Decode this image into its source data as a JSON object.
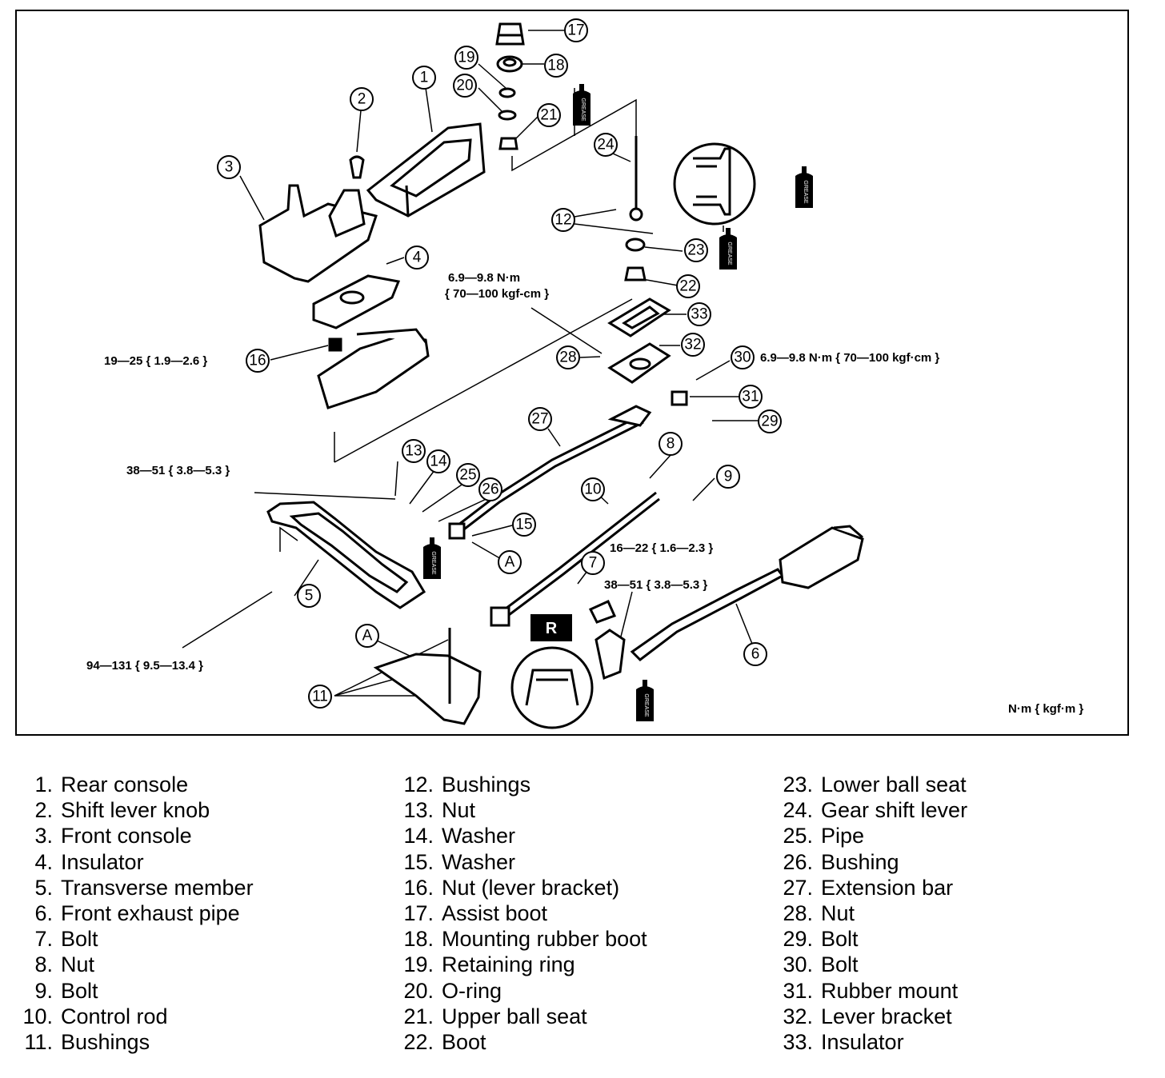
{
  "diagram": {
    "callouts": [
      "1",
      "2",
      "3",
      "4",
      "5",
      "6",
      "7",
      "8",
      "9",
      "10",
      "11",
      "12",
      "13",
      "14",
      "15",
      "16",
      "17",
      "18",
      "19",
      "20",
      "21",
      "22",
      "23",
      "24",
      "25",
      "26",
      "27",
      "28",
      "29",
      "30",
      "31",
      "32",
      "33"
    ],
    "letters": {
      "a1": "A",
      "a2": "A",
      "r": "R"
    },
    "torque": {
      "t16": "19—25 { 1.9—2.6 }",
      "t28_line1": "6.9—9.8 N·m",
      "t28_line2": "{ 70—100 kgf-cm }",
      "t30": "6.9—9.8 N·m { 70—100 kgf·cm }",
      "t13": "38—51 { 3.8—5.3 }",
      "t10": "16—22 { 1.6—2.3 }",
      "t6": "38—51 { 3.8—5.3 }",
      "t5": "94—131 { 9.5—13.4 }"
    },
    "unit": "N·m { kgf·m }",
    "grease_label": "GREASE"
  },
  "legend": {
    "col1": [
      {
        "num": "1.",
        "label": "Rear console"
      },
      {
        "num": "2.",
        "label": "Shift lever knob"
      },
      {
        "num": "3.",
        "label": "Front console"
      },
      {
        "num": "4.",
        "label": "Insulator"
      },
      {
        "num": "5.",
        "label": "Transverse member"
      },
      {
        "num": "6.",
        "label": "Front exhaust pipe"
      },
      {
        "num": "7.",
        "label": "Bolt"
      },
      {
        "num": "8.",
        "label": "Nut"
      },
      {
        "num": "9.",
        "label": "Bolt"
      },
      {
        "num": "10.",
        "label": "Control rod"
      },
      {
        "num": "11.",
        "label": "Bushings"
      }
    ],
    "col2": [
      {
        "num": "12.",
        "label": "Bushings"
      },
      {
        "num": "13.",
        "label": "Nut"
      },
      {
        "num": "14.",
        "label": "Washer"
      },
      {
        "num": "15.",
        "label": "Washer"
      },
      {
        "num": "16.",
        "label": "Nut (lever bracket)"
      },
      {
        "num": "17.",
        "label": "Assist boot"
      },
      {
        "num": "18.",
        "label": "Mounting rubber boot"
      },
      {
        "num": "19.",
        "label": "Retaining ring"
      },
      {
        "num": "20.",
        "label": "O-ring"
      },
      {
        "num": "21.",
        "label": "Upper ball seat"
      },
      {
        "num": "22.",
        "label": "Boot"
      }
    ],
    "col3": [
      {
        "num": "23.",
        "label": "Lower ball seat"
      },
      {
        "num": "24.",
        "label": "Gear shift lever"
      },
      {
        "num": "25.",
        "label": "Pipe"
      },
      {
        "num": "26.",
        "label": "Bushing"
      },
      {
        "num": "27.",
        "label": "Extension bar"
      },
      {
        "num": "28.",
        "label": "Nut"
      },
      {
        "num": "29.",
        "label": "Bolt"
      },
      {
        "num": "30.",
        "label": "Bolt"
      },
      {
        "num": "31.",
        "label": "Rubber mount"
      },
      {
        "num": "32.",
        "label": "Lever bracket"
      },
      {
        "num": "33.",
        "label": "Insulator"
      }
    ]
  }
}
